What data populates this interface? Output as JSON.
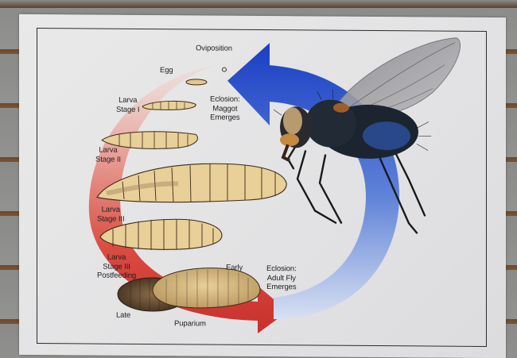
{
  "diagram": {
    "subject": "Fly life cycle",
    "labels": {
      "oviposition": "Oviposition",
      "egg": "Egg",
      "eclosion_maggot": [
        "Eclosion:",
        "Maggot",
        "Emerges"
      ],
      "larva_stage_1": [
        "Larva",
        "Stage I"
      ],
      "larva_stage_2": [
        "Larva",
        "Stage II"
      ],
      "larva_stage_3": [
        "Larva",
        "Stage III"
      ],
      "larva_stage_3_postfeeding": [
        "Larva",
        "Stage III",
        "Postfeeding"
      ],
      "early": "Early",
      "late": "Late",
      "puparium": "Puparium",
      "eclosion_adult": [
        "Eclosion:",
        "Adult Fly",
        "Emerges"
      ]
    },
    "arrows": [
      {
        "name": "red-arrow",
        "from": "Egg",
        "to": "Adult Fly",
        "color": "#d83a34"
      },
      {
        "name": "blue-arrow",
        "from": "Adult Fly",
        "to": "Oviposition",
        "color": "#1f45c8"
      }
    ],
    "stages": [
      "Egg",
      "Larva Stage I",
      "Larva Stage II",
      "Larva Stage III",
      "Larva Stage III Postfeeding",
      "Puparium (Early)",
      "Puparium (Late)",
      "Adult Fly"
    ],
    "colors": {
      "larva_fill": "#e9cf98",
      "larva_outline": "#3a2a18",
      "puparium_late": "#5a4530",
      "fly_body": "#1c2430",
      "fly_blue": "#2a4f9a",
      "fly_head": "#c48a40"
    }
  }
}
